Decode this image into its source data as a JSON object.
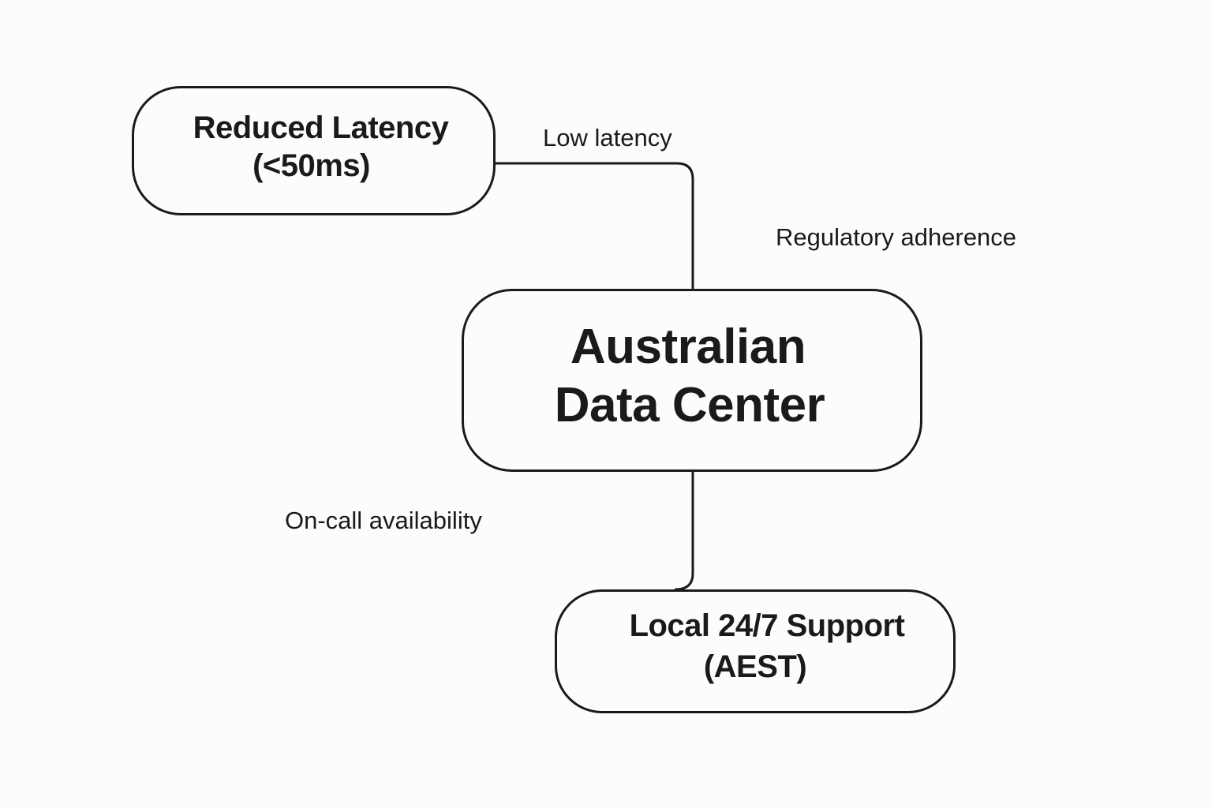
{
  "diagram": {
    "nodes": [
      {
        "id": "reduced-latency",
        "lines": [
          "Reduced Latency",
          "(<50ms)"
        ]
      },
      {
        "id": "australian-data-center",
        "lines": [
          "Australian",
          "Data Center"
        ]
      },
      {
        "id": "local-support",
        "lines": [
          "Local 24/7 Support",
          "(AEST)"
        ]
      }
    ],
    "edges": [
      {
        "from": "reduced-latency",
        "to": "australian-data-center",
        "label": "Low latency"
      },
      {
        "from": "australian-data-center",
        "to": "local-support",
        "label": "On-call availability"
      }
    ],
    "annotations": [
      {
        "label": "Regulatory adherence"
      }
    ],
    "colors": {
      "stroke": "#1a1a1a",
      "background": "#fcfcfa"
    }
  }
}
